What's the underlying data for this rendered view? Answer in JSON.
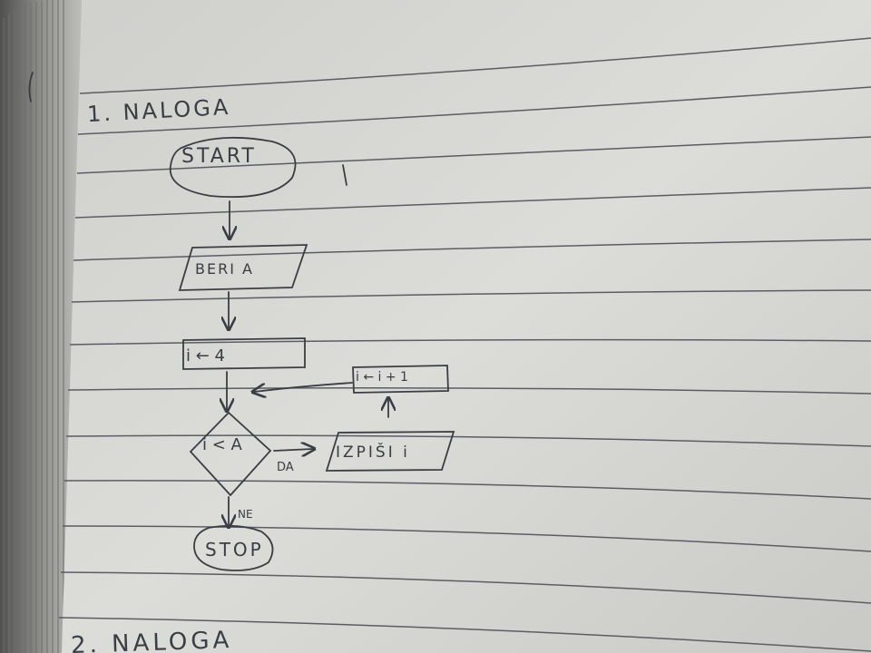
{
  "page": {
    "title": "1. NALOGA",
    "next_title": "2. NALOGA"
  },
  "flowchart": {
    "start": "START",
    "input": "BERI A",
    "assign": "i ← 4",
    "condition": "i < A",
    "yes": "DA",
    "no": "NE",
    "print": "IZPIŠI i",
    "increment": "i ← i + 1",
    "stop": "STOP"
  },
  "colors": {
    "paper": "#d7d7d4",
    "ink": "#3b3d44",
    "rule": "#5b5d66"
  }
}
